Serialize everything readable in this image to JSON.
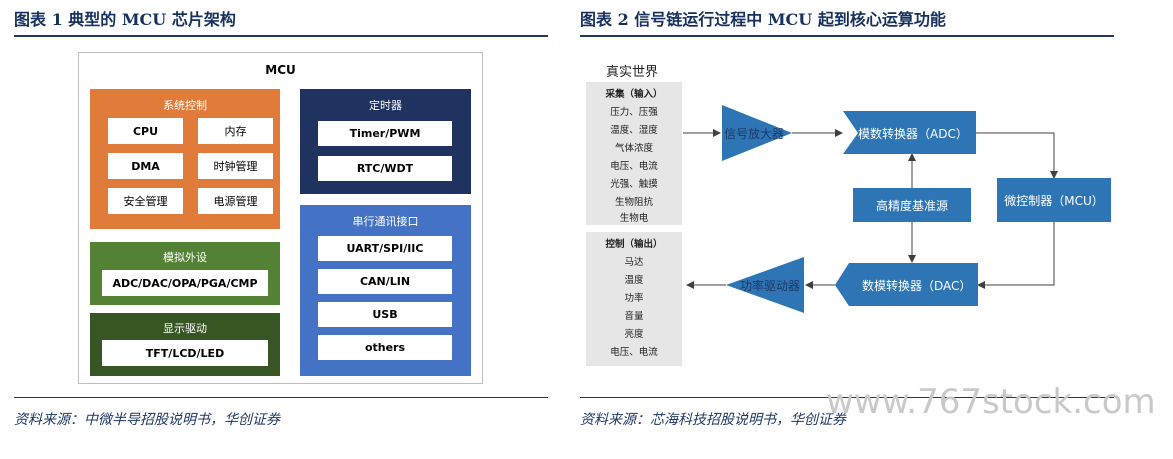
{
  "fig1": {
    "title": "图表 1   典型的 MCU 芯片架构",
    "mcu_label": "MCU",
    "system_control": {
      "title": "系统控制",
      "items": [
        "CPU",
        "内存",
        "DMA",
        "时钟管理",
        "安全管理",
        "电源管理"
      ]
    },
    "timer": {
      "title": "定时器",
      "items": [
        "Timer/PWM",
        "RTC/WDT"
      ]
    },
    "analog": {
      "title": "模拟外设",
      "items": [
        "ADC/DAC/OPA/PGA/CMP"
      ]
    },
    "display": {
      "title": "显示驱动",
      "items": [
        "TFT/LCD/LED"
      ]
    },
    "serial": {
      "title": "串行通讯接口",
      "items": [
        "UART/SPI/IIC",
        "CAN/LIN",
        "USB",
        "others"
      ]
    },
    "source": "资料来源：中微半导招股说明书，华创证券"
  },
  "fig2": {
    "title": "图表 2   信号链运行过程中 MCU 起到核心运算功能",
    "real_world": "真实世界",
    "input": {
      "title": "采集（输入）",
      "items": [
        "压力、压强",
        "温度、湿度",
        "气体浓度",
        "电压、电流",
        "光强、触摸",
        "生物阻抗",
        "生物电"
      ]
    },
    "output": {
      "title": "控制（输出）",
      "items": [
        "马达",
        "温度",
        "功率",
        "音量",
        "亮度",
        "电压、电流"
      ]
    },
    "amplifier": "信号放大器",
    "adc": "模数转换器（ADC）",
    "reference": "高精度基准源",
    "mcu": "微控制器（MCU）",
    "dac": "数模转换器（DAC）",
    "driver": "功率驱动器",
    "source": "资料来源：芯海科技招股说明书，华创证券"
  },
  "watermark": "www.767stock.com",
  "colors": {
    "navy": "#1f3864",
    "orange": "#e07b39",
    "dark_navy": "#1f3260",
    "green": "#548235",
    "blue": "#4472c4",
    "diagram_blue": "#2e75b6",
    "gray_panel": "#e7e6e6"
  }
}
